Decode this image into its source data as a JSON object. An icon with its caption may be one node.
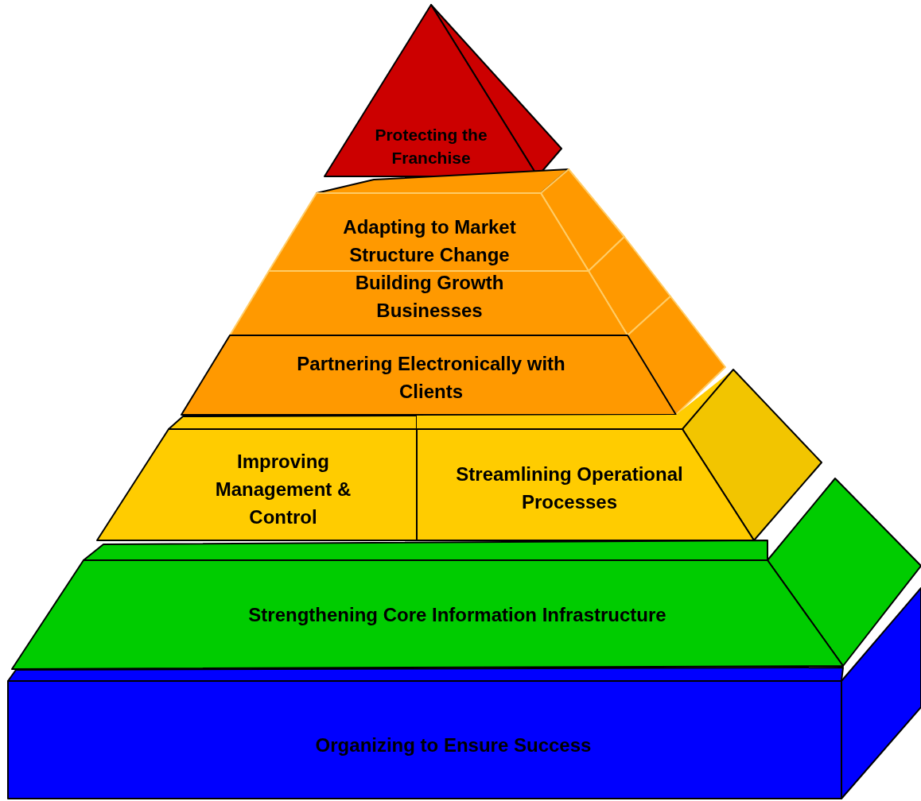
{
  "diagram": {
    "nodes": [
      {
        "text": [
          "Protecting the Franchise"
        ]
      },
      {
        "text": [
          "Adapting to Market Structure Change"
        ]
      },
      {
        "text": [
          "Building Growth Businesses"
        ]
      },
      {
        "text": [
          "Partnering Electronically with Clients"
        ]
      },
      {
        "text": [
          "Improving Management & Control"
        ]
      },
      {
        "text": [
          "Streamlining Operational Processes"
        ]
      },
      {
        "text": [
          "Strengthening Core Information Infrastructure"
        ]
      },
      {
        "text": [
          "Organizing to Ensure Success"
        ]
      }
    ]
  }
}
